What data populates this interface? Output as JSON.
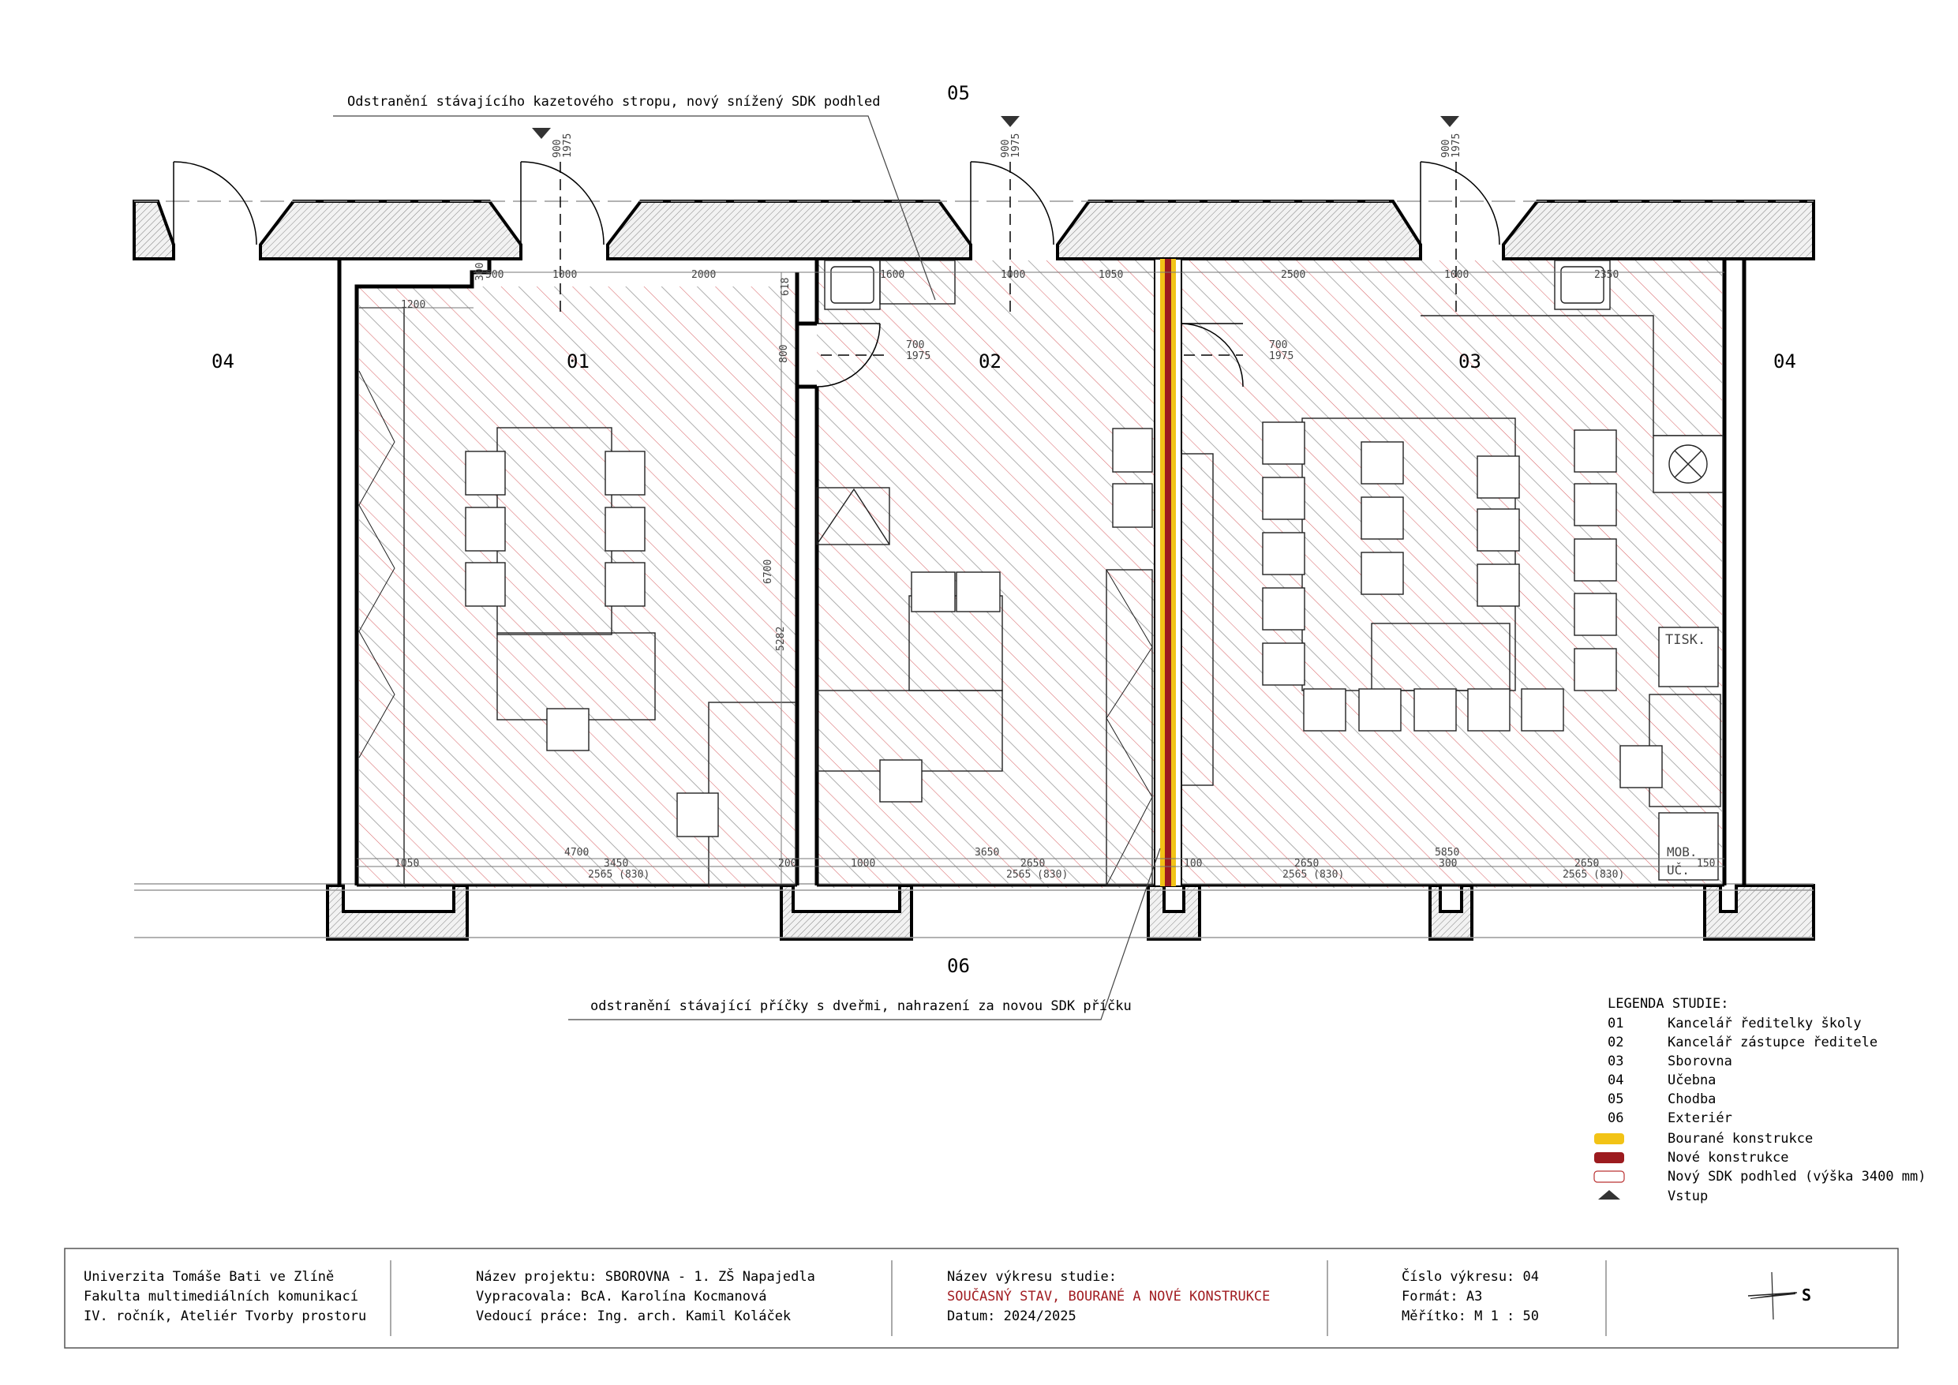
{
  "rooms": {
    "r01": "01",
    "r02": "02",
    "r03": "03",
    "r04_left": "04",
    "r04_right": "04",
    "r05": "05",
    "r06": "06"
  },
  "notes": {
    "top": "Odstranění stávajícího kazetového stropu, nový snížený SDK podhled",
    "bottom": "odstranění stávající příčky s dveřmi, nahrazení za novou SDK příčku"
  },
  "doors": {
    "d1": [
      "900",
      "1975"
    ],
    "d2": [
      "900",
      "1975"
    ],
    "d3": [
      "900",
      "1975"
    ],
    "d4": [
      "700",
      "1975"
    ],
    "d5": [
      "700",
      "1975"
    ]
  },
  "dims": {
    "top": [
      "300",
      "500",
      "1000",
      "2000",
      "618",
      "1600",
      "1000",
      "1050",
      "2500",
      "1000",
      "2350"
    ],
    "left_1200": "1200",
    "v800": "800",
    "v6700": "6700",
    "v5282": "5282",
    "bottom_a": [
      "4700",
      "3650",
      "5850"
    ],
    "bottom_b": [
      "1050",
      "3450",
      "200",
      "1000",
      "2650",
      "100",
      "2650",
      "300",
      "2650",
      "150"
    ],
    "bottom_c": [
      "2565 (830)",
      "2565 (830)",
      "2565 (830)",
      "2565 (830)"
    ]
  },
  "furniture_labels": {
    "print": "TISK.",
    "mob1": "MOB.",
    "mob2": "UČ."
  },
  "legend": {
    "title": "LEGENDA STUDIE:",
    "items": [
      {
        "code": "01",
        "label": "Kancelář ředitelky školy"
      },
      {
        "code": "02",
        "label": "Kancelář zástupce ředitele"
      },
      {
        "code": "03",
        "label": "Sborovna"
      },
      {
        "code": "04",
        "label": "Učebna"
      },
      {
        "code": "05",
        "label": "Chodba"
      },
      {
        "code": "06",
        "label": "Exteriér"
      }
    ],
    "swatches": [
      {
        "label": "Bourané konstrukce",
        "color": "#f2c316"
      },
      {
        "label": "Nové konstrukce",
        "color": "#9c1b1f"
      },
      {
        "label": "Nový SDK podhled (výška 3400 mm)",
        "color": "#ffffff"
      }
    ],
    "entry_label": "Vstup"
  },
  "title_block": {
    "school": [
      "Univerzita Tomáše Bati ve Zlíně",
      "Fakulta multimediálních komunikací",
      "IV. ročník, Ateliér Tvorby prostoru"
    ],
    "project": [
      "Název projektu: SBOROVNA - 1. ZŠ Napajedla",
      "Vypracovala: BcA. Karolína Kocmanová",
      "Vedoucí práce: Ing. arch. Kamil Koláček"
    ],
    "drawing_label": "Název výkresu studie:",
    "drawing_name": "SOUČASNÝ STAV, BOURANÉ A NOVÉ KONSTRUKCE",
    "date": "Datum: 2024/2025",
    "sheet": [
      "Číslo výkresu: 04",
      "Formát: A3",
      "Měřítko: M 1 : 50"
    ],
    "north": "S"
  },
  "colors": {
    "demolished": "#f2c316",
    "new": "#9c1b1f",
    "hatch_red": "#d9686b",
    "hatch_gray": "#888888",
    "title_red": "#a11d22"
  }
}
